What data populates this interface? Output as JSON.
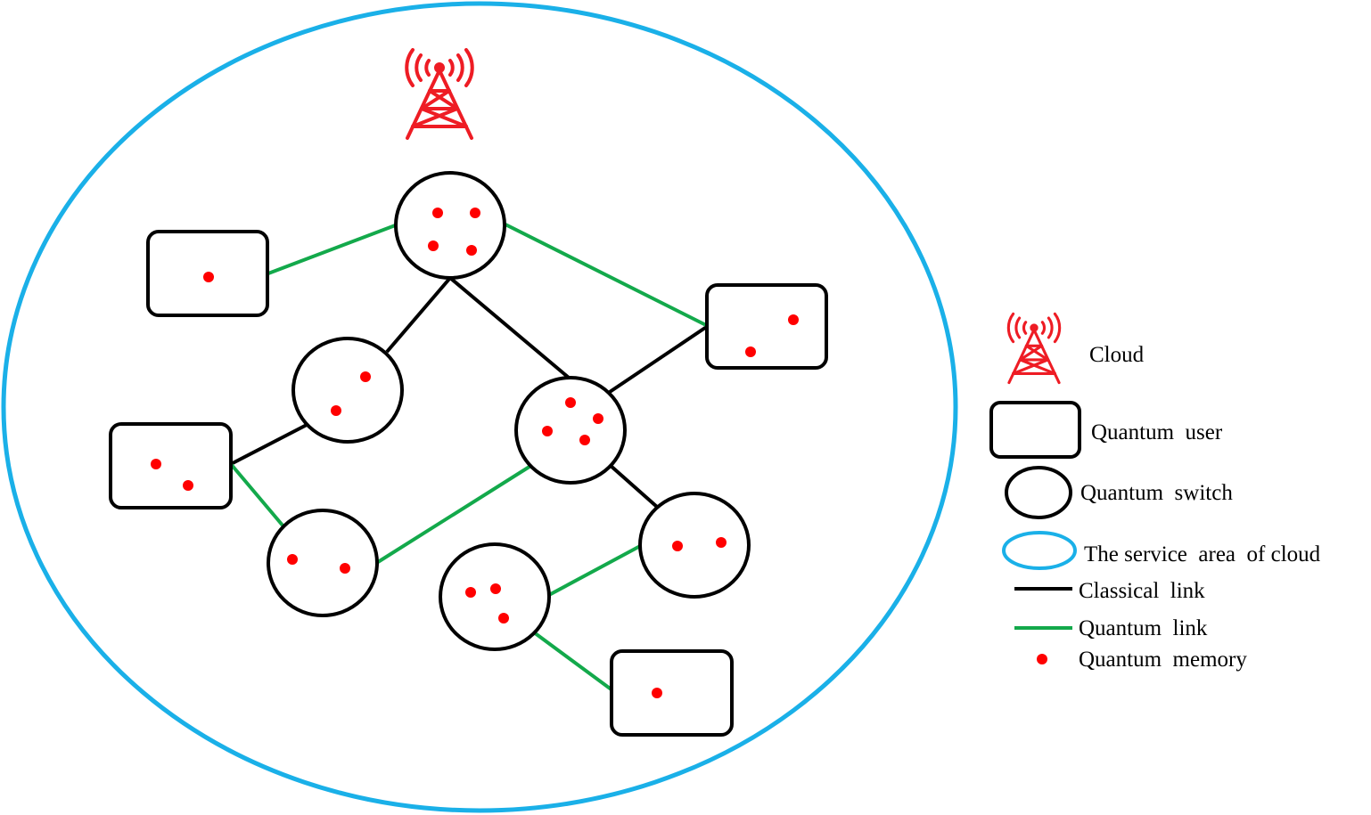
{
  "colors": {
    "cloud_area": "#1ab0e8",
    "classical_link": "#000000",
    "quantum_link": "#13a94b",
    "memory": "#ff0000",
    "tower": "#ee1c24",
    "node_stroke": "#000000"
  },
  "icons": {
    "cloud": "radio-tower-icon",
    "quantum_user": "rounded-rectangle",
    "quantum_switch": "circle",
    "memory": "red-dot"
  },
  "legend": {
    "cloud": "Cloud",
    "quantum_user": "Quantum  user",
    "quantum_switch": "Quantum  switch",
    "service_area": "The service  area  of cloud",
    "classical_link": "Classical  link",
    "quantum_link": "Quantum  link",
    "quantum_memory": "Quantum  memory"
  }
}
